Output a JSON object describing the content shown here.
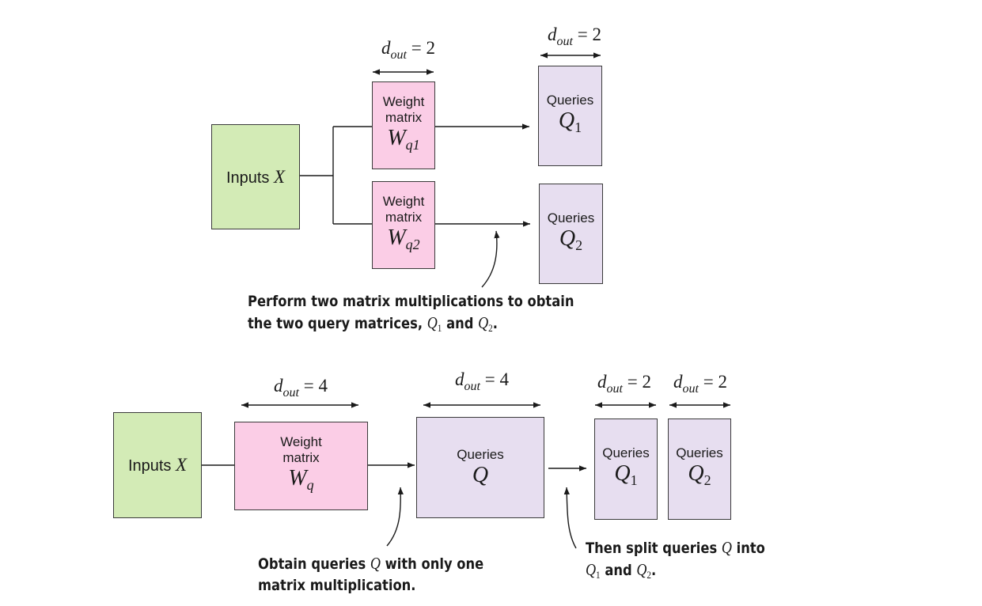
{
  "top": {
    "inputs": {
      "label": "Inputs",
      "var": "X"
    },
    "weight1": {
      "line1": "Weight",
      "line2": "matrix",
      "sym": "W",
      "sub": "q1"
    },
    "weight2": {
      "line1": "Weight",
      "line2": "matrix",
      "sym": "W",
      "sub": "q2"
    },
    "queries1": {
      "label": "Queries",
      "sym": "Q",
      "sub": "1"
    },
    "queries2": {
      "label": "Queries",
      "sym": "Q",
      "sub": "2"
    },
    "dim_weight": {
      "d": "d",
      "sub": "out",
      "rest": " = 2"
    },
    "dim_queries": {
      "d": "d",
      "sub": "out",
      "rest": " = 2"
    },
    "note": {
      "line1": "Perform two matrix multiplications to obtain",
      "line2_prefix": "the two query matrices, ",
      "q1_sym": "Q",
      "q1_sub": "1",
      "mid": " and ",
      "q2_sym": "Q",
      "q2_sub": "2",
      "end": "."
    }
  },
  "bottom": {
    "inputs": {
      "label": "Inputs",
      "var": "X"
    },
    "weight": {
      "line1": "Weight",
      "line2": "matrix",
      "sym": "W",
      "sub": "q"
    },
    "queries": {
      "label": "Queries",
      "sym": "Q"
    },
    "queries1": {
      "label": "Queries",
      "sym": "Q",
      "sub": "1"
    },
    "queries2": {
      "label": "Queries",
      "sym": "Q",
      "sub": "2"
    },
    "dim_weight": {
      "d": "d",
      "sub": "out",
      "rest": " = 4"
    },
    "dim_queries": {
      "d": "d",
      "sub": "out",
      "rest": " = 4"
    },
    "dim_q1": {
      "d": "d",
      "sub": "out",
      "rest": " = 2"
    },
    "dim_q2": {
      "d": "d",
      "sub": "out",
      "rest": " = 2"
    },
    "note_left": {
      "prefix": "Obtain queries ",
      "sym": "Q",
      "suffix": " with only one",
      "line2": "matrix multiplication."
    },
    "note_right": {
      "prefix": "Then split queries ",
      "sym": "Q",
      "suffix": " into",
      "q1_sym": "Q",
      "q1_sub": "1",
      "mid": " and ",
      "q2_sym": "Q",
      "q2_sub": "2",
      "end": "."
    }
  },
  "colors": {
    "inputs_fill": "#d3ebb6",
    "weight_fill": "#fbcde6",
    "queries_fill": "#e7def0",
    "stroke": "#3a3a3a"
  }
}
